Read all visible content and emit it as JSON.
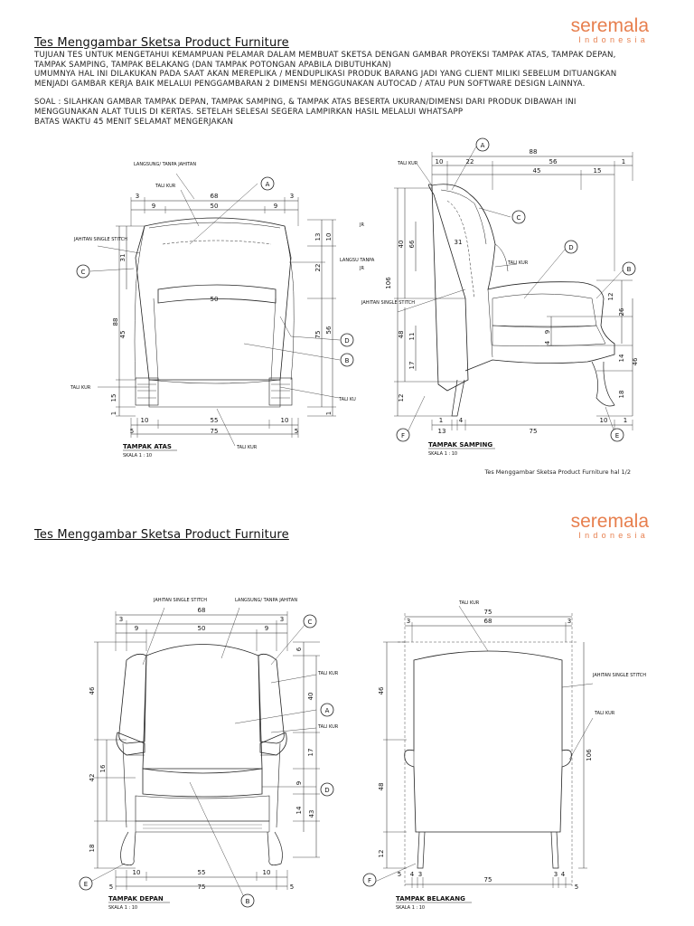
{
  "header": {
    "title": "Tes Menggambar Sketsa Product Furniture",
    "brand_name": "seremala",
    "brand_sub": "Indonesia",
    "brand_color": "#e77f4e"
  },
  "intro": {
    "p1": "Tujuan tes untuk mengetahui kemampuan pelamar dalam membuat sketsa dengan gambar proyeksi tampak atas, tampak depan, tampak samping, tampak belakang (dan tampak potongan apabila dibutuhkan)",
    "p2": "Umumnya hal ini dilakukan pada saat akan mereplika / menduplikasi produk barang jadi yang client miliki sebelum dituangkan menjadi gambar kerja baik melalui penggambaran 2 dimensi menggunakan autocad / atau pun software design lainnya.",
    "p3": "Soal : silahkan gambar tampak depan, tampak samping, & tampak atas beserta ukuran/dimensi dari produk dibawah ini menggunakan alat tulis di kertas. Setelah selesai segera lampirkan hasil melalui whatsapp",
    "p4": "Batas waktu 45 menit selamat mengerjakan"
  },
  "footer": "Tes Menggambar Sketsa Product Furniture hal 1/2",
  "views": {
    "atas": {
      "title": "TAMPAK ATAS",
      "scale": "SKALA 1 : 10"
    },
    "samping": {
      "title": "TAMPAK SAMPING",
      "scale": "SKALA 1 : 10"
    },
    "depan": {
      "title": "TAMPAK DEPAN",
      "scale": "SKALA 1 : 10"
    },
    "belakang": {
      "title": "TAMPAK BELAKANG",
      "scale": "SKALA 1 : 10"
    }
  },
  "notes": {
    "langsung_tanpa_jahitan": "LANGSUNG/ TANPA JAHITAN",
    "tali_kur": "TALI KUR",
    "jahitan_single_stitch": "JAHITAN SINGLE STITCH",
    "langsung_tanpa": "LANGSU TANPA",
    "tali_ku": "TALI KU",
    "jr": "JR"
  },
  "markers": [
    "A",
    "B",
    "C",
    "D",
    "E",
    "F"
  ],
  "dims": {
    "atas": {
      "d3a": "3",
      "d68": "68",
      "d3b": "3",
      "d9a": "9",
      "d50": "50",
      "d9b": "9",
      "d31": "31",
      "d50b": "50",
      "d88": "88",
      "d45": "45",
      "d15": "15",
      "d1": "1",
      "d13": "13",
      "d10": "10",
      "d22": "22",
      "d56": "56",
      "d75v": "75",
      "d1b": "1",
      "d10a": "10",
      "d55": "55",
      "d10b": "10",
      "d5a": "5",
      "d75": "75",
      "d5b": "5"
    },
    "samping": {
      "d88": "88",
      "d1": "1",
      "d10": "10",
      "d22": "22",
      "d56": "56",
      "d45": "45",
      "d15": "15",
      "d40": "40",
      "d66": "66",
      "d106": "106",
      "d31": "31",
      "d48": "48",
      "d11": "11",
      "d17": "17",
      "d12": "12",
      "d12b": "12",
      "d26": "26",
      "d9": "9",
      "d4": "4",
      "d14": "14",
      "d46": "46",
      "d18": "18",
      "d1b": "1",
      "d4b": "4",
      "d13": "13",
      "d75": "75",
      "d10b": "10",
      "d1c": "1"
    },
    "depan": {
      "d3a": "3",
      "d68": "68",
      "d3b": "3",
      "d9a": "9",
      "d50": "50",
      "d9b": "9",
      "d46": "46",
      "d6": "6",
      "d40": "40",
      "d17": "17",
      "d42": "42",
      "d16": "16",
      "d9": "9",
      "d14": "14",
      "d43": "43",
      "d18": "18",
      "d10a": "10",
      "d55": "55",
      "d10b": "10",
      "d5a": "5",
      "d75": "75",
      "d5b": "5"
    },
    "belakang": {
      "d75t": "75",
      "d3a": "3",
      "d68": "68",
      "d3b": "3",
      "d46": "46",
      "d106": "106",
      "d48": "48",
      "d12": "12",
      "d5a": "5",
      "d4a": "4",
      "d3c": "3",
      "d75": "75",
      "d3d": "3",
      "d4b": "4",
      "d5b": "5"
    }
  }
}
